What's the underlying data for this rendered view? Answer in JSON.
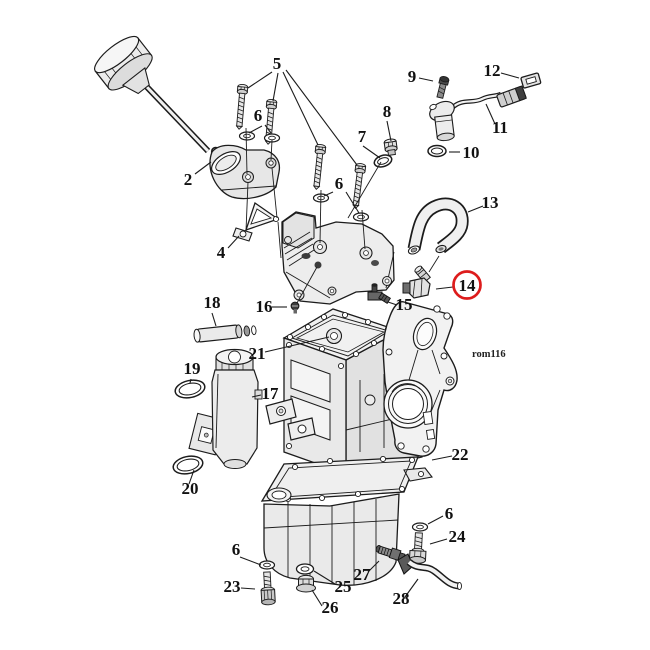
{
  "figure": {
    "watermark": "rom116",
    "background": "#ffffff",
    "line_color": "#1c1c1c",
    "highlight_color": "#dd1c1c",
    "highlighted_callout": "14"
  },
  "callouts": [
    {
      "text": "2"
    },
    {
      "text": "4"
    },
    {
      "text": "5"
    },
    {
      "text": "6"
    },
    {
      "text": "6"
    },
    {
      "text": "7"
    },
    {
      "text": "8"
    },
    {
      "text": "9"
    },
    {
      "text": "10"
    },
    {
      "text": "11"
    },
    {
      "text": "12"
    },
    {
      "text": "13"
    },
    {
      "text": "14",
      "circled": true
    },
    {
      "text": "15"
    },
    {
      "text": "16"
    },
    {
      "text": "17"
    },
    {
      "text": "18"
    },
    {
      "text": "19"
    },
    {
      "text": "20"
    },
    {
      "text": "21"
    },
    {
      "text": "22"
    },
    {
      "text": "23"
    },
    {
      "text": "24"
    },
    {
      "text": "25"
    },
    {
      "text": "26"
    },
    {
      "text": "27"
    },
    {
      "text": "28"
    },
    {
      "text": "6"
    },
    {
      "text": "6"
    }
  ]
}
